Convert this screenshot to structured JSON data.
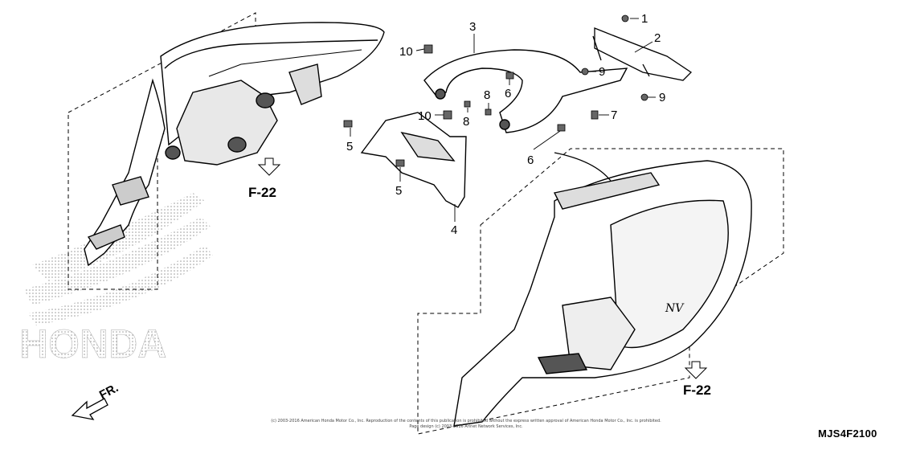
{
  "diagram": {
    "part_callouts": [
      "1",
      "2",
      "3",
      "4",
      "5",
      "5",
      "6",
      "6",
      "7",
      "8",
      "8",
      "9",
      "9",
      "10",
      "10"
    ],
    "refs": {
      "left": "F-22",
      "right": "F-22"
    },
    "direction_label": "FR.",
    "watermark_logo_text": "HONDA",
    "model_badge_text": "NV",
    "copyright_line1": "(c) 2003-2016 American Honda Motor Co., Inc. Reproduction of the contents of this publication is prohibited without the express written approval of American Honda Motor Co., Inc. is prohibited.",
    "copyright_line2": "Page design (c) 2003-2016 Arinet Network Services, Inc.",
    "diagram_code": "MJS4F2100"
  }
}
